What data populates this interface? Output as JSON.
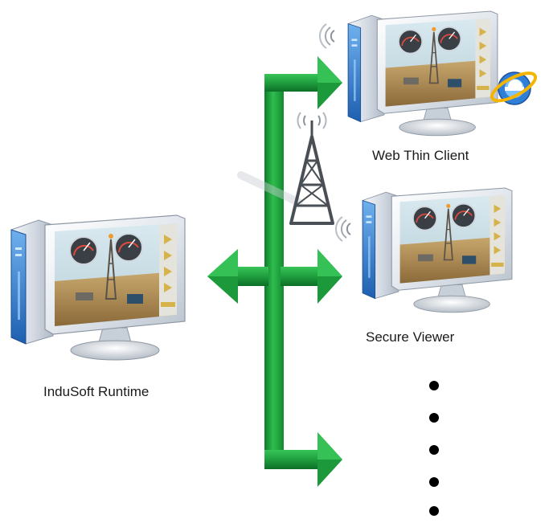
{
  "nodes": {
    "server": {
      "label": "InduSoft Runtime",
      "icon": "computer-icon"
    },
    "web_client": {
      "label": "Web Thin Client",
      "icon": "computer-icon",
      "badge_icon": "internet-explorer-icon"
    },
    "secure_viewer": {
      "label": "Secure Viewer",
      "icon": "computer-icon"
    }
  },
  "network": {
    "icon": "wireless-tower-icon",
    "wifi_icon": "wifi-signal-icon"
  },
  "more_indicator": {
    "count": 5
  },
  "colors": {
    "arrow": "#22a640",
    "arrow_dark": "#117a2a",
    "monitor_frame": "#e2e6ec",
    "tower_case": "#3d86d2",
    "ie_logo": "#2f7fd8",
    "ie_ring": "#f4b400"
  }
}
